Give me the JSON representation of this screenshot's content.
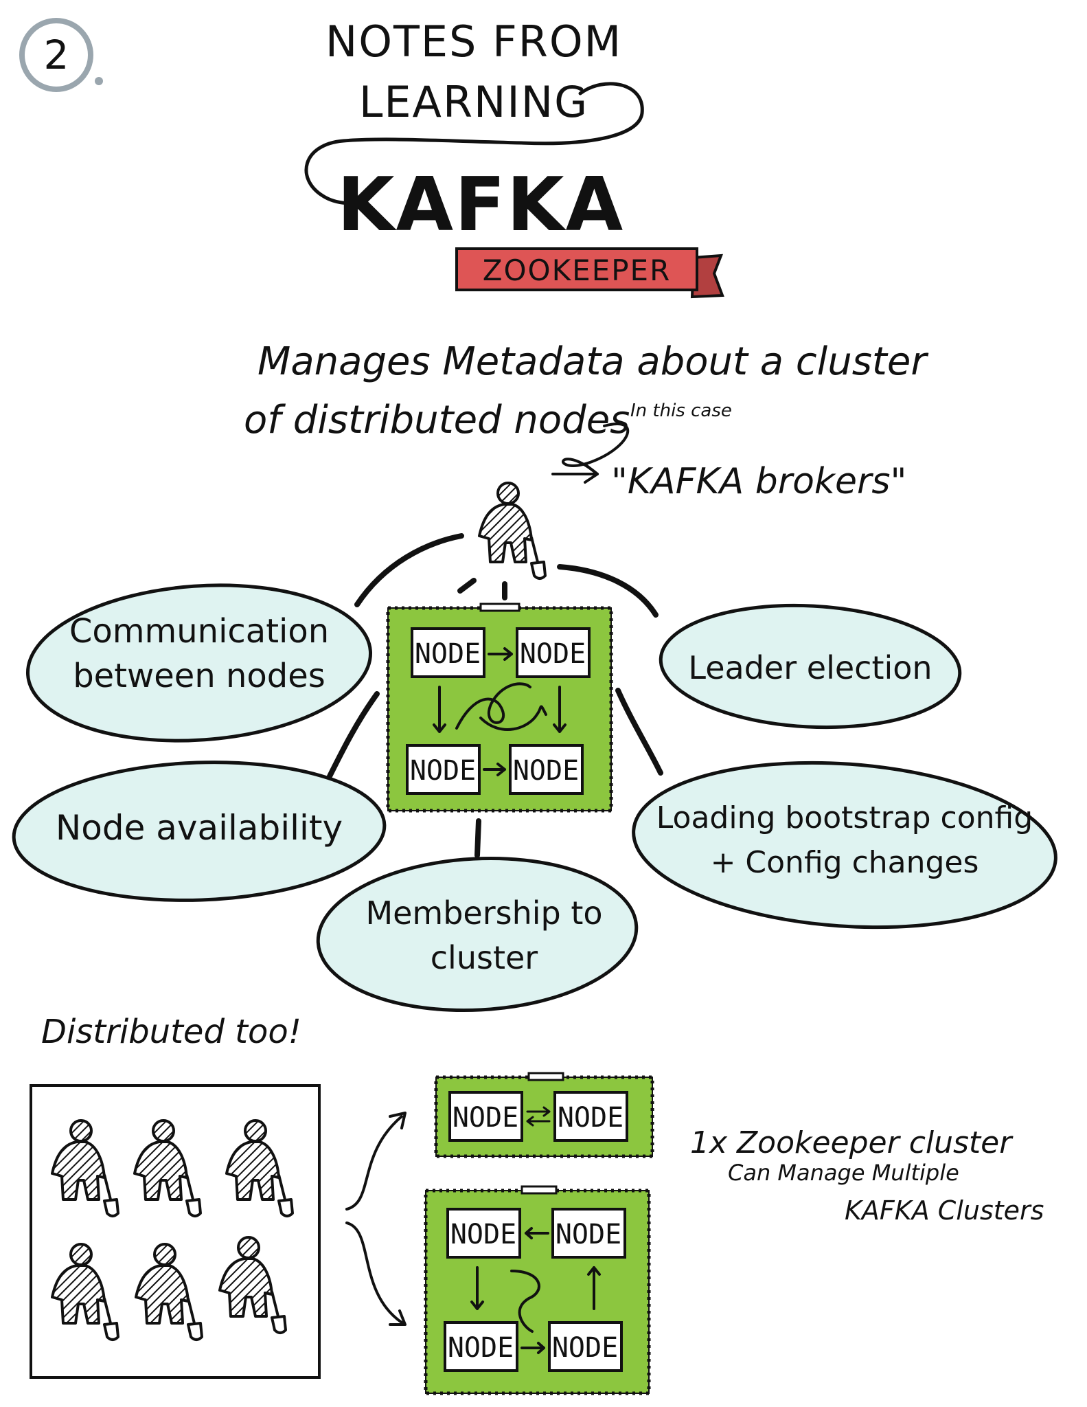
{
  "page_number": "2",
  "title": {
    "line1": "NOTES FROM",
    "line2": "LEARNING",
    "main": "KAFKA",
    "banner": "ZOOKEEPER"
  },
  "description": {
    "line1": "Manages Metadata about a cluster",
    "line2": "of distributed nodes",
    "aside": "In this case",
    "callout": "\"KAFKA brokers\""
  },
  "node_label": "NODE",
  "features": {
    "communication": [
      "Communication",
      "between nodes"
    ],
    "leader": [
      "Leader election"
    ],
    "availability": [
      "Node availability"
    ],
    "bootstrap": [
      "Loading bootstrap config",
      "+ Config changes"
    ],
    "membership": [
      "Membership to",
      "cluster"
    ]
  },
  "distributed": {
    "label": "Distributed too!",
    "note": [
      "1x Zookeeper cluster",
      "Can Manage Multiple",
      "KAFKA Clusters"
    ]
  },
  "colors": {
    "ink": "#111111",
    "bubble": "#dff3f1",
    "grass": "#8cc63f",
    "banner": "#de5555",
    "page_badge": "#9aa6ae"
  },
  "icons": [
    "zookeeper-figure-icon",
    "shovel-icon"
  ]
}
